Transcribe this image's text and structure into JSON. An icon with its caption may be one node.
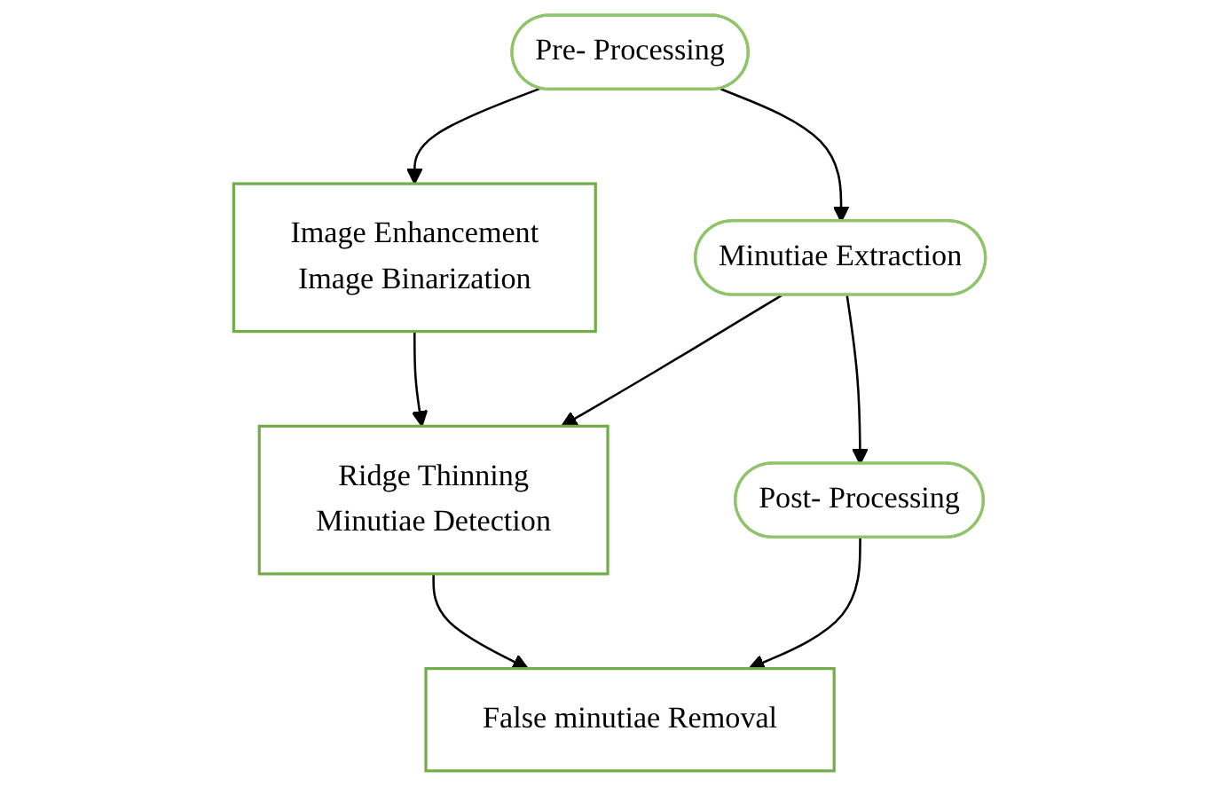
{
  "diagram": {
    "nodes": [
      {
        "text": [
          "Pre- Processing"
        ]
      },
      {
        "text": [
          "Image Enhancement",
          "Image Binarization"
        ]
      },
      {
        "text": [
          "Minutiae Extraction"
        ]
      },
      {
        "text": [
          "Ridge Thinning",
          "Minutiae Detection"
        ]
      },
      {
        "text": [
          "Post- Processing"
        ]
      },
      {
        "text": [
          "False minutiae Removal"
        ]
      }
    ],
    "edges": [
      {
        "from": 0,
        "to": 1,
        "arrow": "to"
      },
      {
        "from": 0,
        "to": 2,
        "arrow": "to"
      },
      {
        "from": 1,
        "to": 3,
        "arrow": "to"
      },
      {
        "from": 2,
        "to": 3,
        "arrow": "to"
      },
      {
        "from": 2,
        "to": 4,
        "arrow": "to"
      },
      {
        "from": 3,
        "to": 5,
        "arrow": "to"
      },
      {
        "from": 4,
        "to": 5,
        "arrow": "to"
      }
    ]
  }
}
